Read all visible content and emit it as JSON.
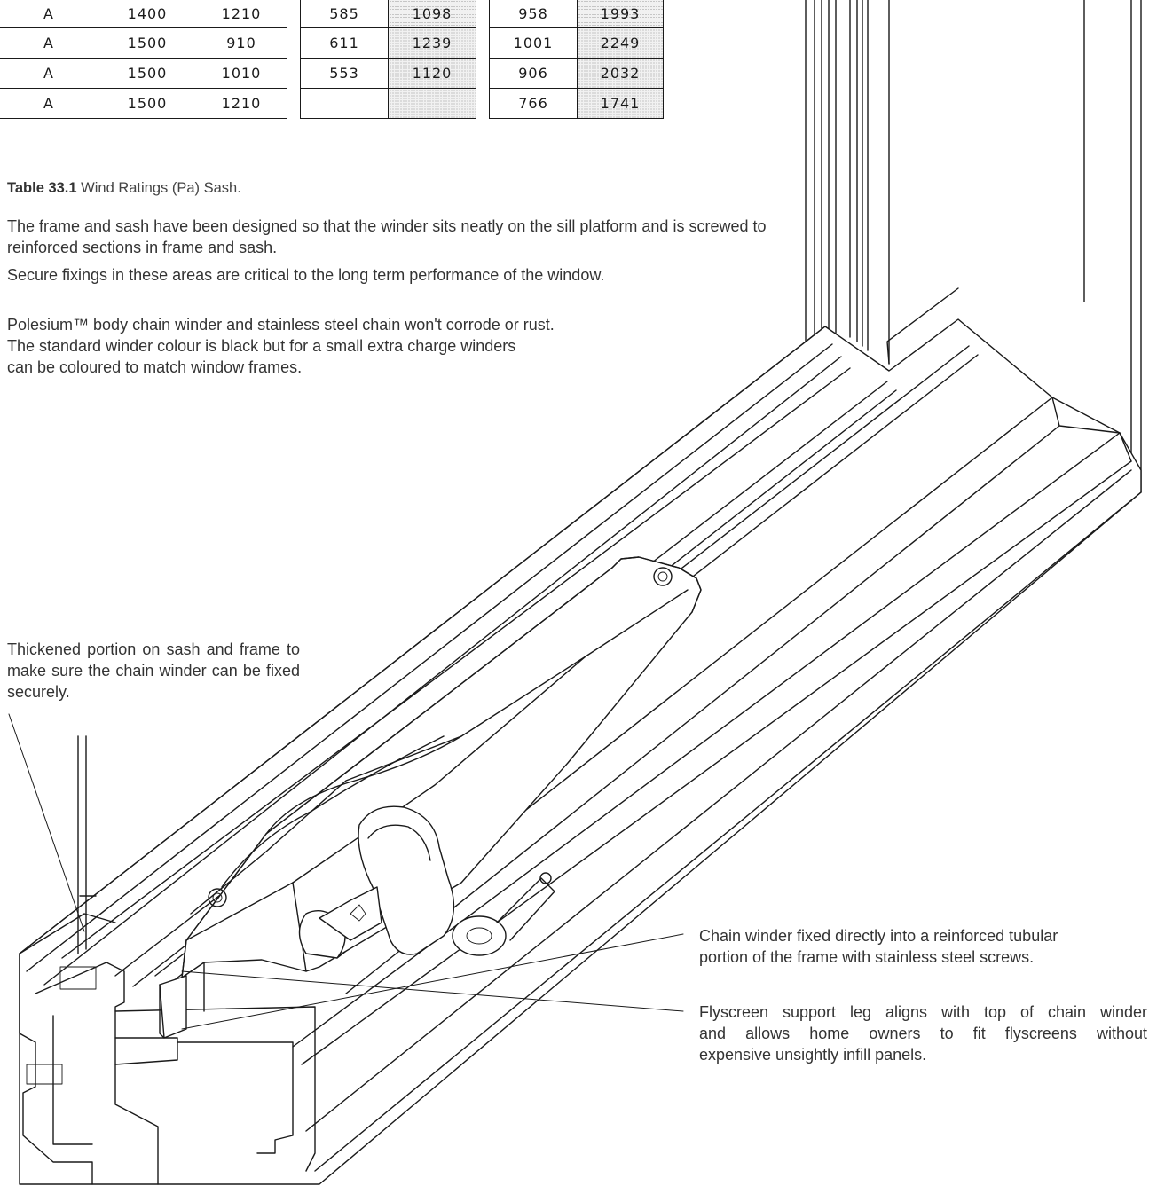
{
  "table": {
    "rows": [
      [
        "A",
        "1400",
        "1210",
        "585",
        "1098",
        "958",
        "1993"
      ],
      [
        "A",
        "1500",
        "910",
        "611",
        "1239",
        "1001",
        "2249"
      ],
      [
        "A",
        "1500",
        "1010",
        "553",
        "1120",
        "906",
        "2032"
      ],
      [
        "A",
        "1500",
        "1210",
        "",
        "",
        "766",
        "1741"
      ]
    ],
    "caption_label": "Table 33.1",
    "caption_text": " Wind Ratings (Pa) Sash."
  },
  "paragraphs": {
    "p1": "The frame and sash have been designed so that the winder sits neatly on the sill platform and is screwed to reinforced sections in frame and sash.",
    "p2": "Secure fixings in these areas are critical to the long term performance of the window.",
    "p3_line1": "Polesium™ body chain winder and stainless steel chain won't corrode or rust.",
    "p3_line2": "The standard winder colour is black but for a small extra charge winders",
    "p3_line3": "can be coloured to match window frames."
  },
  "callouts": {
    "thickened": "Thickened portion on sash and frame to make sure the chain winder can be fixed securely.",
    "chain_winder_line1": "Chain winder fixed directly into a reinforced tubular",
    "chain_winder_line2": "portion of the frame with stainless steel screws.",
    "flyscreen_line1": "Flyscreen support leg aligns with top of chain winder",
    "flyscreen_line2": "and allows home owners to fit flyscreens without",
    "flyscreen_line3": "expensive unsightly infill panels."
  }
}
